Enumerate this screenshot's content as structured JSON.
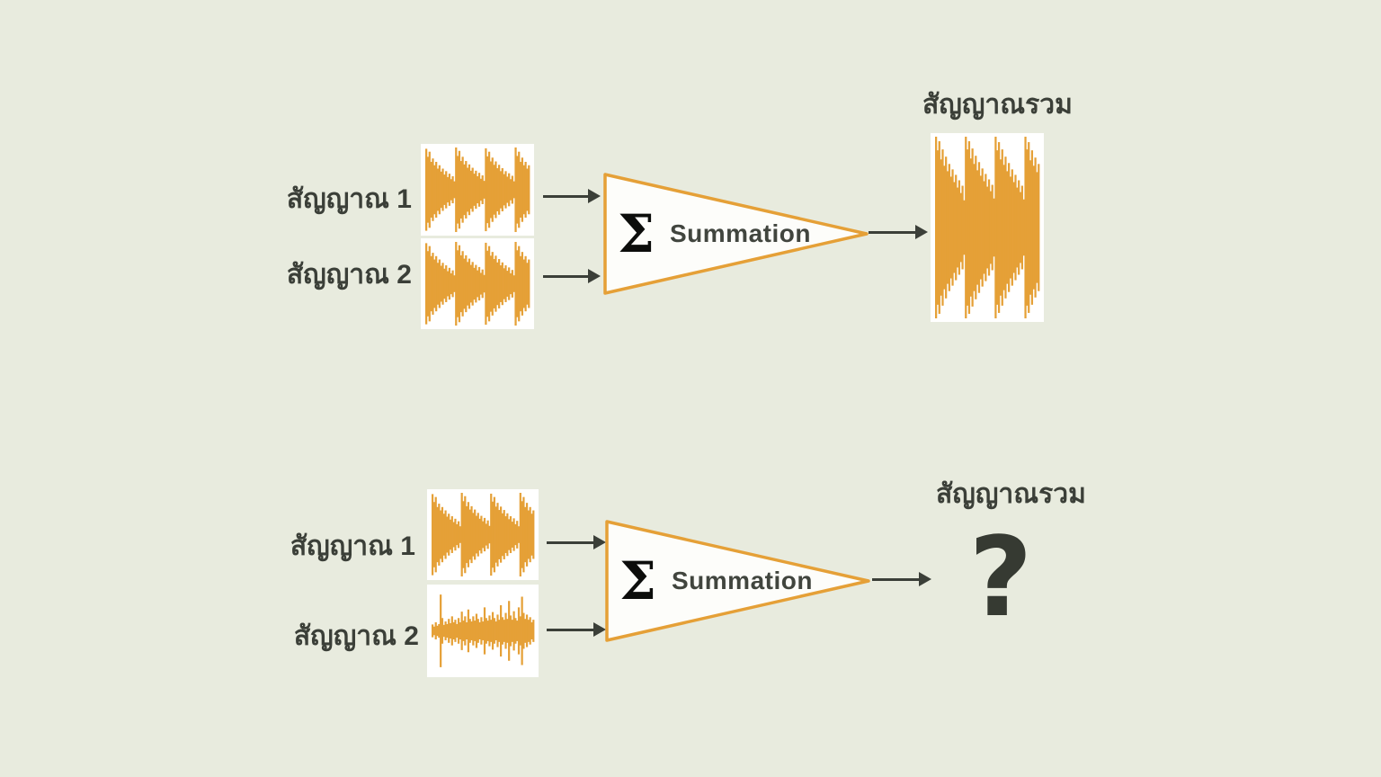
{
  "colors": {
    "background": "#e8ebde",
    "waveform": "#E5A037",
    "ink": "#3b3f38",
    "box": "#ffffff",
    "triangle_fill": "#fdfdfa",
    "triangle_stroke": "#E5A037"
  },
  "diagram_top": {
    "input1_label": "สัญญาณ 1",
    "input2_label": "สัญญาณ 2",
    "output_label": "สัญญาณรวม",
    "summation": {
      "sigma": "Σ",
      "label": "Summation"
    }
  },
  "diagram_bottom": {
    "input1_label": "สัญญาณ 1",
    "input2_label": "สัญญาณ 2",
    "output_label": "สัญญาณรวม",
    "summation": {
      "sigma": "Σ",
      "label": "Summation"
    },
    "output_unknown": "?"
  },
  "waveforms": {
    "burst_signal": [
      0.97,
      0.78,
      0.9,
      0.66,
      0.74,
      0.58,
      0.66,
      0.5,
      0.58,
      0.43,
      0.5,
      0.36,
      0.44,
      0.3,
      0.38,
      0.25,
      0.32,
      0.2,
      1.0,
      0.8,
      0.92,
      0.68,
      0.78,
      0.6,
      0.68,
      0.52,
      0.6,
      0.45,
      0.52,
      0.38,
      0.45,
      0.32,
      0.4,
      0.26,
      0.34,
      0.21,
      0.98,
      0.79,
      0.9,
      0.67,
      0.76,
      0.59,
      0.67,
      0.51,
      0.59,
      0.44,
      0.51,
      0.37,
      0.44,
      0.31,
      0.39,
      0.25,
      0.33,
      0.2,
      1.0,
      0.8,
      0.9,
      0.66,
      0.76,
      0.58,
      0.66,
      0.5,
      0.58
    ],
    "combined_signal": [
      1.0,
      0.85,
      0.95,
      0.75,
      0.86,
      0.68,
      0.78,
      0.62,
      0.7,
      0.56,
      0.64,
      0.5,
      0.58,
      0.44,
      0.52,
      0.38,
      0.46,
      0.3,
      1.0,
      0.86,
      0.95,
      0.76,
      0.87,
      0.7,
      0.79,
      0.63,
      0.72,
      0.57,
      0.65,
      0.51,
      0.59,
      0.45,
      0.53,
      0.4,
      0.47,
      0.32,
      1.0,
      0.85,
      0.94,
      0.75,
      0.86,
      0.69,
      0.78,
      0.62,
      0.71,
      0.56,
      0.64,
      0.5,
      0.58,
      0.44,
      0.52,
      0.39,
      0.46,
      0.31,
      1.0,
      0.86,
      0.94,
      0.74,
      0.85,
      0.68,
      0.77,
      0.61,
      0.7
    ],
    "noise_signal": [
      0.15,
      0.1,
      0.2,
      0.12,
      0.16,
      0.85,
      0.3,
      0.14,
      0.22,
      0.16,
      0.28,
      0.18,
      0.34,
      0.2,
      0.26,
      0.16,
      0.3,
      0.2,
      0.45,
      0.24,
      0.34,
      0.2,
      0.5,
      0.28,
      0.22,
      0.34,
      0.24,
      0.4,
      0.28,
      0.2,
      0.32,
      0.22,
      0.55,
      0.3,
      0.24,
      0.36,
      0.26,
      0.44,
      0.3,
      0.22,
      0.38,
      0.26,
      0.6,
      0.32,
      0.26,
      0.42,
      0.28,
      0.7,
      0.36,
      0.26,
      0.46,
      0.3,
      0.24,
      0.55,
      0.34,
      0.8,
      0.42,
      0.28,
      0.38,
      0.26,
      0.32,
      0.2,
      0.26
    ]
  }
}
